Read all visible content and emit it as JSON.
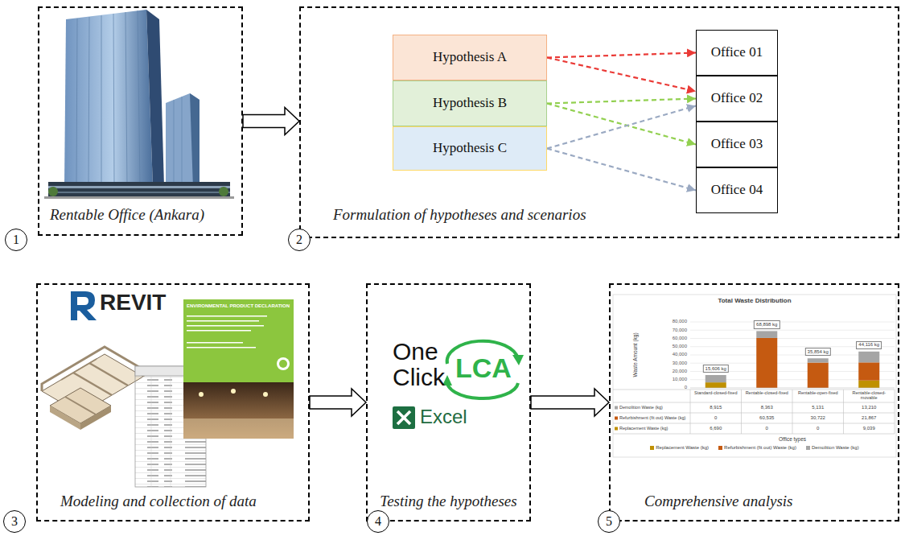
{
  "diagram": {
    "nodes": [
      {
        "text": [
          "Rentable Office (Ankara)"
        ]
      },
      {
        "text": [
          "1"
        ]
      },
      {
        "text": [
          "Formulation of hypotheses and scenarios"
        ]
      },
      {
        "text": [
          "Hypothesis A"
        ],
        "in": 2
      },
      {
        "text": [
          "Hypothesis B"
        ],
        "in": 2
      },
      {
        "text": [
          "Hypothesis C"
        ],
        "in": 2
      },
      {
        "text": [
          "Office 01"
        ],
        "in": 2
      },
      {
        "text": [
          "Office 02"
        ],
        "in": 2
      },
      {
        "text": [
          "Office 03"
        ],
        "in": 2
      },
      {
        "text": [
          "Office 04"
        ],
        "in": 2
      },
      {
        "text": [
          "2"
        ]
      },
      {
        "text": [
          "Modeling and collection of data"
        ]
      },
      {
        "text": [
          "3"
        ]
      },
      {
        "text": [
          "Testing the hypotheses"
        ]
      },
      {
        "text": [
          "4"
        ]
      },
      {
        "text": [
          "Comprehensive analysis"
        ]
      },
      {
        "text": [
          "5"
        ]
      }
    ],
    "edges": [
      {
        "from": 0,
        "to": 2,
        "arrow": "to"
      },
      {
        "from": 3,
        "to": 6,
        "arrow": "to"
      },
      {
        "from": 3,
        "to": 7,
        "arrow": "to"
      },
      {
        "from": 4,
        "to": 7,
        "arrow": "to"
      },
      {
        "from": 4,
        "to": 8,
        "arrow": "to"
      },
      {
        "from": 5,
        "to": 7,
        "arrow": "to"
      },
      {
        "from": 5,
        "to": 9,
        "arrow": "to"
      },
      {
        "from": 11,
        "to": 13,
        "arrow": "to"
      },
      {
        "from": 13,
        "to": 15,
        "arrow": "to"
      }
    ],
    "labels": [
      "REVIT",
      "ENVIRONMENTAL PRODUCT DECLARATION",
      "One",
      "Click",
      "LCA",
      "Excel",
      "Total Waste Distribution",
      "Waste Amount (kg)",
      "80,000",
      "70,000",
      "60,000",
      "50,000",
      "40,000",
      "30,000",
      "20,000",
      "10,000",
      "0",
      "15,606 kg",
      "68,898 kg",
      "35,854 kg",
      "44,116 kg",
      "Standard-closed-fixed",
      "Rentable-closed-fixed",
      "Rentable-open-fixed",
      "Rentable-closed-movable",
      "Demolition Waste (kg)",
      "8,915",
      "8,363",
      "5,131",
      "13,210",
      "Refurbishment (fit out) Waste (kg)",
      "0",
      "60,535",
      "30,722",
      "21,867",
      "Replacement Waste (kg)",
      "6,690",
      "0",
      "0",
      "9,039",
      "Office types"
    ],
    "legend": [
      {
        "text": "Replacement Waste (kg)",
        "color": "#bf9000"
      },
      {
        "text": "Refurbishment (fit out) Waste (kg)",
        "color": "#c55a11"
      },
      {
        "text": "Demolition Waste (kg)",
        "color": "#a5a5a5"
      }
    ]
  }
}
